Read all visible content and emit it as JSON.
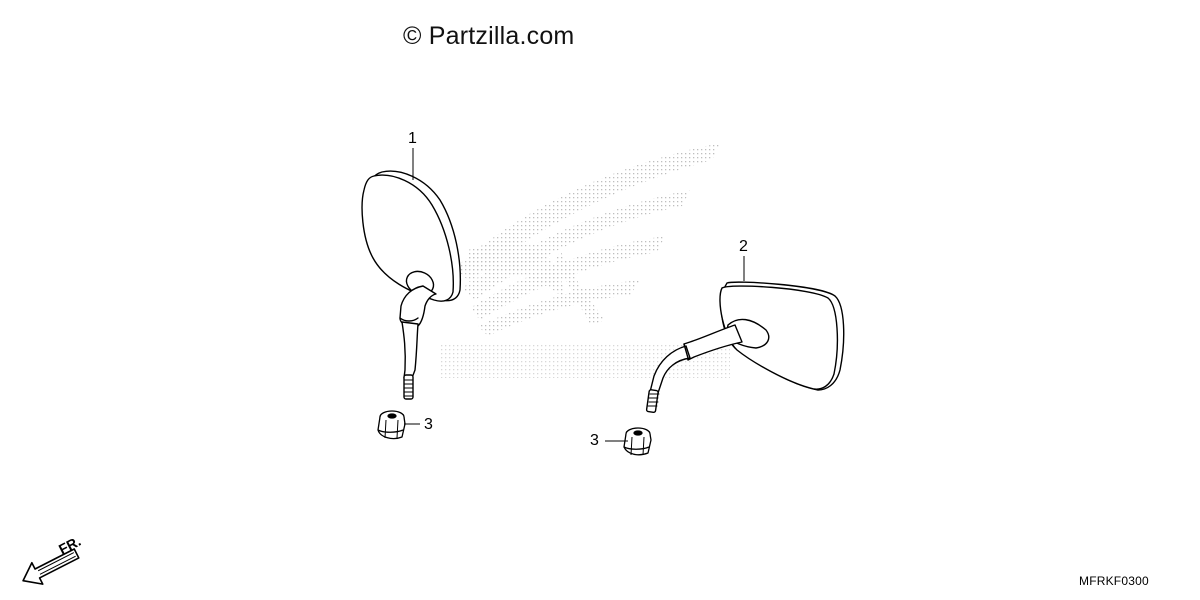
{
  "watermark": "© Partzilla.com",
  "callouts": {
    "left_mirror": "1",
    "right_mirror": "2",
    "left_nut": "3",
    "right_nut": "3"
  },
  "front_indicator": "FR.",
  "drawing_code": "MFRKF0300",
  "colors": {
    "line": "#000000",
    "background": "#ffffff",
    "logo_dots": "#b8b8b8"
  }
}
